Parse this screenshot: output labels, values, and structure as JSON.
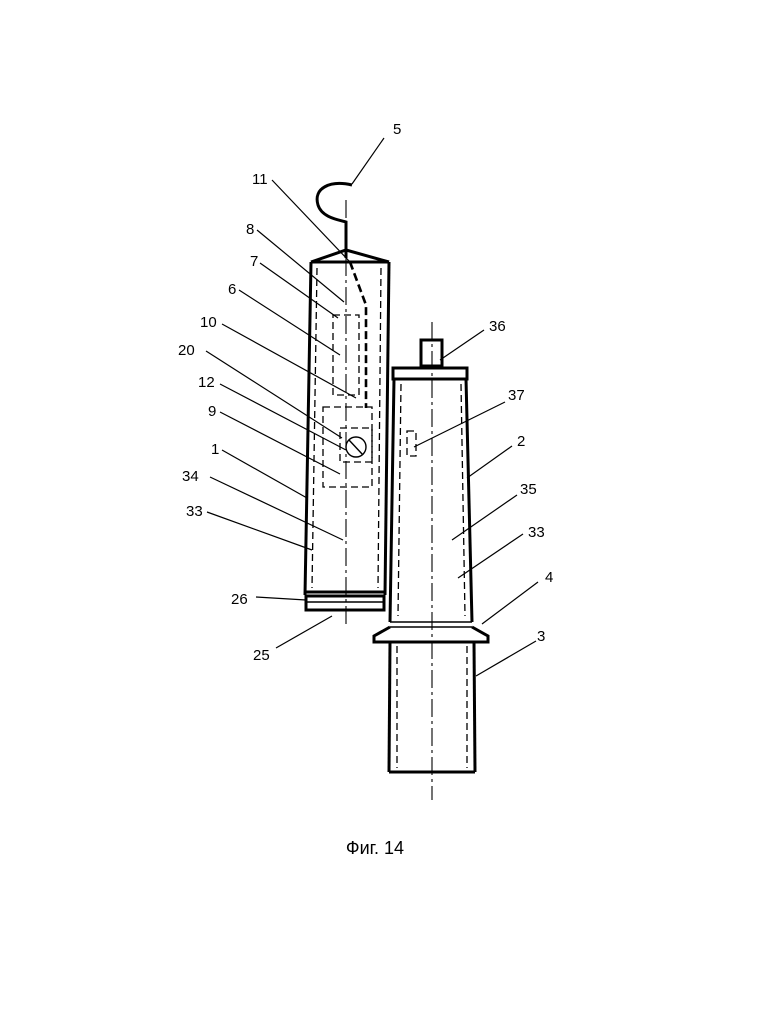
{
  "caption": "Фиг. 14",
  "labels": {
    "l5": "5",
    "l11": "11",
    "l8": "8",
    "l7": "7",
    "l6": "6",
    "l10": "10",
    "l20": "20",
    "l12": "12",
    "l9": "9",
    "l1": "1",
    "l34": "34",
    "l33a": "33",
    "l26": "26",
    "l25": "25",
    "l36": "36",
    "l37": "37",
    "l2": "2",
    "l35": "35",
    "l33b": "33",
    "l4": "4",
    "l3": "3"
  }
}
